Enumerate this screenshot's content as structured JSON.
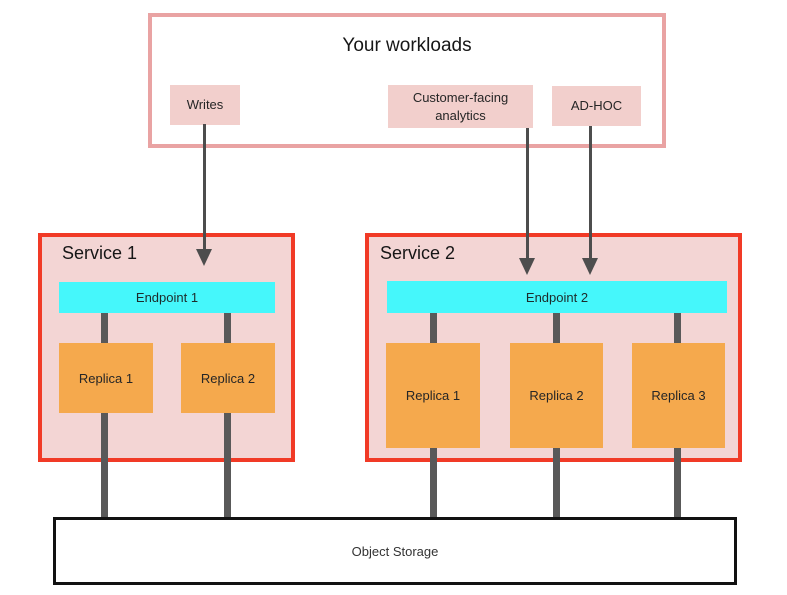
{
  "colors": {
    "canvas_bg": "#ffffff",
    "workloads_border": "#e9a3a3",
    "pink_box_bg": "#f2cfcc",
    "service_border": "#f13a26",
    "service_bg": "#f3d5d4",
    "endpoint_bg": "#45f7fb",
    "replica_bg": "#f5a94d",
    "connector": "#595959",
    "arrow": "#4d4d4d",
    "storage_border": "#111111",
    "text": "#1c1c1c"
  },
  "workloads": {
    "title": "Your workloads",
    "items": [
      {
        "label": "Writes"
      },
      {
        "label": "Customer-facing analytics"
      },
      {
        "label": "AD-HOC"
      }
    ]
  },
  "services": [
    {
      "title": "Service 1",
      "endpoint": "Endpoint 1",
      "replicas": [
        "Replica 1",
        "Replica 2"
      ]
    },
    {
      "title": "Service 2",
      "endpoint": "Endpoint 2",
      "replicas": [
        "Replica 1",
        "Replica 2",
        "Replica 3"
      ]
    }
  ],
  "storage": {
    "label": "Object Storage"
  }
}
